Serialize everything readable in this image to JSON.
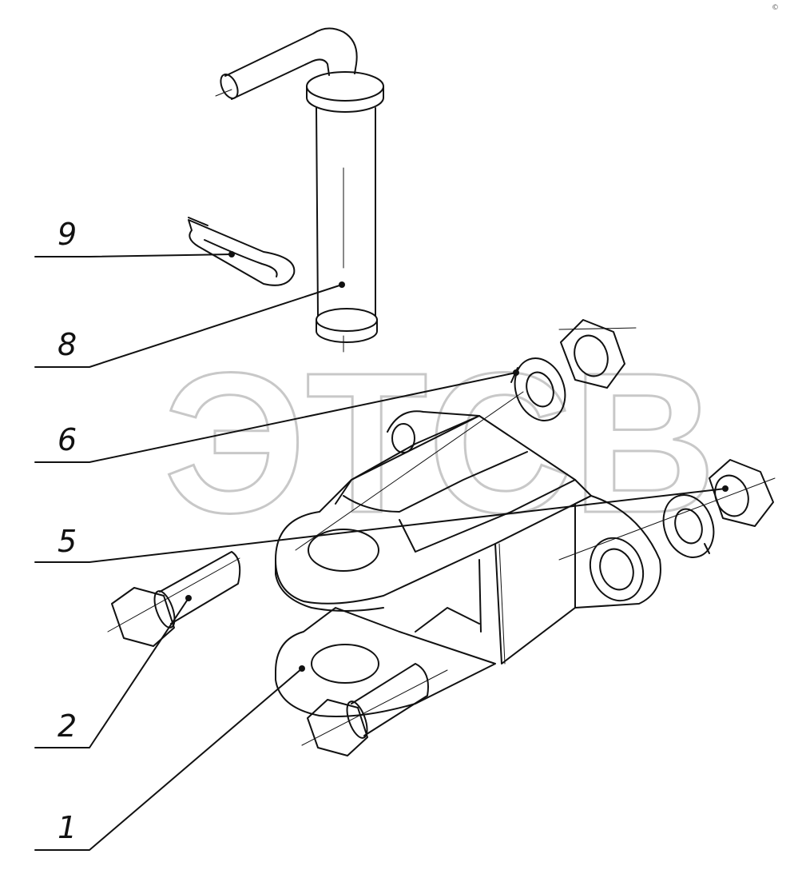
{
  "watermark": {
    "text": "ЭТСВ"
  },
  "corner_mark": {
    "text": "©"
  },
  "callouts": [
    {
      "id": "9",
      "label": "9"
    },
    {
      "id": "8",
      "label": "8"
    },
    {
      "id": "6",
      "label": "6"
    },
    {
      "id": "5",
      "label": "5"
    },
    {
      "id": "2",
      "label": "2"
    },
    {
      "id": "1",
      "label": "1"
    }
  ],
  "parts": [
    "cotter-pin",
    "hitch-pin",
    "lock-washer",
    "nut",
    "bolt",
    "clevis-bracket"
  ]
}
